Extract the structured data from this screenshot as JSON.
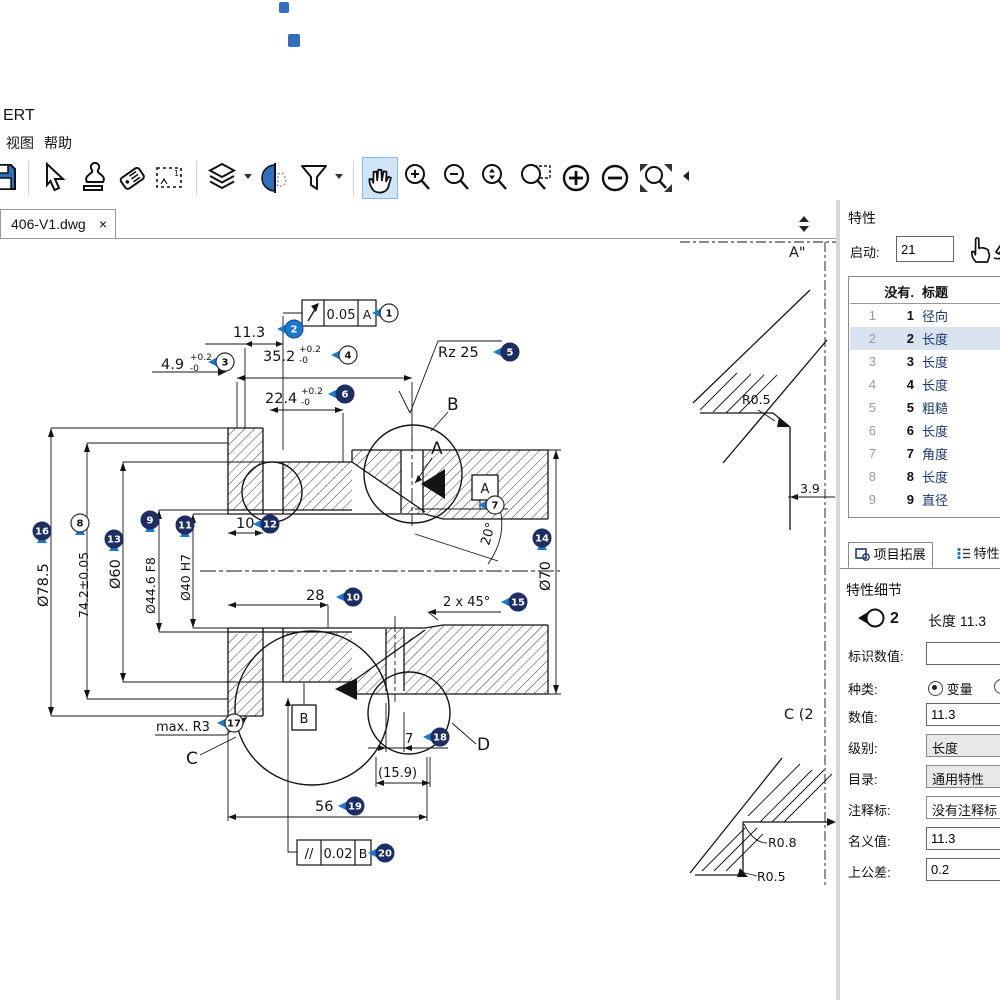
{
  "app": {
    "title_fragment": "ERT",
    "menus": [
      "视图",
      "帮助"
    ],
    "tab": {
      "label": "406-V1.dwg",
      "close": "×"
    }
  },
  "toolbar": {
    "icons": [
      "save",
      "select-cursor",
      "stamp",
      "tag",
      "select-region",
      "layers",
      "mirror",
      "filter",
      "pan",
      "zoom-in",
      "zoom-out",
      "zoom-dynamic",
      "zoom-window",
      "increase",
      "decrease",
      "zoom-extents",
      "collapse"
    ],
    "active_icon": "pan",
    "active_bg": "#cfe4f6"
  },
  "colors": {
    "accent": "#1a78cf",
    "balloon_dark": "#1d2e63",
    "selection": "#d9e4f0"
  },
  "drawing": {
    "balloons": [
      "1",
      "2",
      "3",
      "4",
      "5",
      "6",
      "7",
      "8",
      "9",
      "10",
      "11",
      "12",
      "13",
      "14",
      "15",
      "16",
      "17",
      "18",
      "19",
      "20"
    ],
    "labels": {
      "detail_a": "A",
      "detail_b": "B",
      "detail_c": "C",
      "detail_d": "D",
      "datum_a": "A",
      "datum_b": "B",
      "view_a": "A\"",
      "detail_c_title": "C (2"
    },
    "dims": {
      "d11_3": "11.3",
      "d4_9": "4.9",
      "d4_9_up": "+0.2",
      "d4_9_dn": "-0",
      "d35_2": "35.2",
      "d35_2_up": "+0.2",
      "d35_2_dn": "-0",
      "d22_4": "22.4",
      "d22_4_up": "+0.2",
      "d22_4_dn": "-0",
      "rz": "Rz 25",
      "d10": "10",
      "d28": "28",
      "d78": "Ø78.5",
      "d74": "74.2±0.05",
      "d60": "Ø60",
      "d44": "Ø44.6 F8",
      "d40": "Ø40 H7",
      "d70": "Ø70",
      "a20": "20°",
      "chamfer": "2 x 45°",
      "maxr3": "max. R3",
      "d7": "7",
      "d15_9": "(15.9)",
      "d56": "56",
      "gdt1_val": "0.05",
      "gdt1_datum": "A",
      "gdt2_sym": "//",
      "gdt2_val": "0.02",
      "gdt2_datum": "B",
      "r05": "R0.5",
      "d3_9": "3.9",
      "r08": "R0.8",
      "r05b": "R0.5"
    }
  },
  "panel": {
    "title": "特性",
    "start_label": "启动:",
    "start_value": "21",
    "table": {
      "headers": [
        "",
        "没有.",
        "标题"
      ],
      "selected_row": 2,
      "rows": [
        {
          "idx": "1",
          "no": "1",
          "title": "径向"
        },
        {
          "idx": "2",
          "no": "2",
          "title": "长度"
        },
        {
          "idx": "3",
          "no": "3",
          "title": "长度"
        },
        {
          "idx": "4",
          "no": "4",
          "title": "长度"
        },
        {
          "idx": "5",
          "no": "5",
          "title": "粗糙"
        },
        {
          "idx": "6",
          "no": "6",
          "title": "长度"
        },
        {
          "idx": "7",
          "no": "7",
          "title": "角度"
        },
        {
          "idx": "8",
          "no": "8",
          "title": "长度"
        },
        {
          "idx": "9",
          "no": "9",
          "title": "直径"
        }
      ]
    },
    "tabs": [
      {
        "label": "项目拓展"
      },
      {
        "label": "特性"
      }
    ],
    "details": {
      "header": "特性细节",
      "balloon_num": "2",
      "summary": "长度 11.3",
      "id_label": "标识数值:",
      "id_value": "",
      "kind_label": "种类:",
      "kind_opt1": "变量",
      "value_label": "数值:",
      "value": "11.3",
      "class_label": "级别:",
      "class_value": "长度",
      "catalog_label": "目录:",
      "catalog_value": "通用特性",
      "note_label": "注释标:",
      "note_value": "没有注释标",
      "nominal_label": "名义值:",
      "nominal_value": "11.3",
      "upper_label": "上公差:",
      "upper_value": "0.2"
    }
  }
}
